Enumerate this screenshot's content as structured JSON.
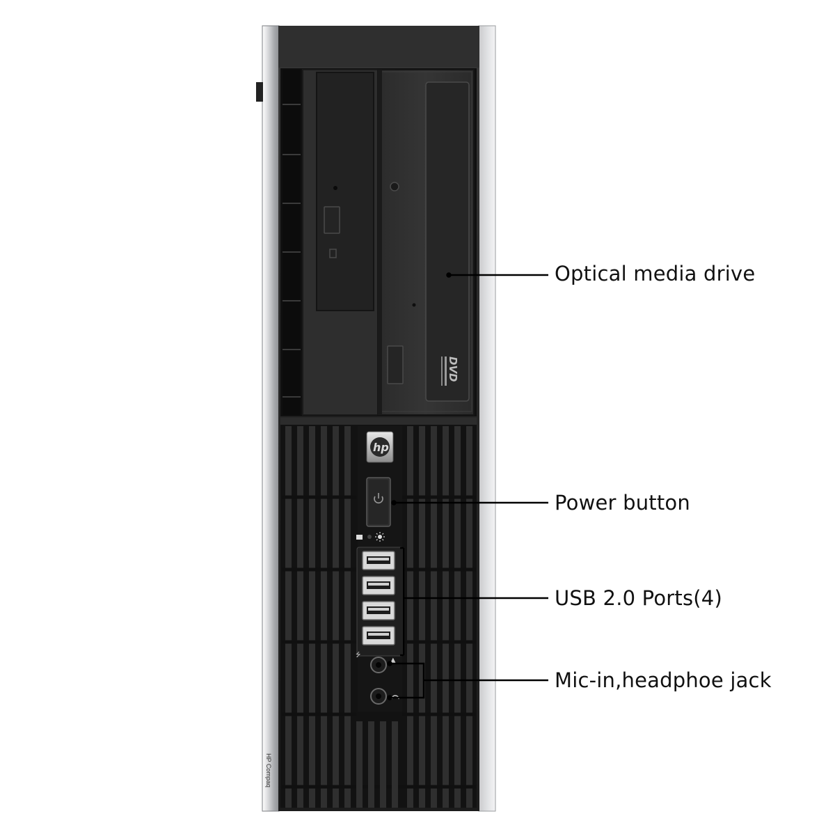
{
  "callouts": {
    "optical_drive": "Optical media drive",
    "power_button": "Power button",
    "usb_ports": "USB 2.0 Ports(4)",
    "audio_jacks": "Mic-in,headphoe jack"
  },
  "device": {
    "side_brand_text": "HP Compaq",
    "logo_text": "hp",
    "drive_logo_text": "DVD"
  },
  "colors": {
    "case_dark": "#2a2a2a",
    "case_black": "#151515",
    "silver_trim": "#bfc0c2",
    "leader_line": "#000000",
    "label_text": "#111111"
  }
}
